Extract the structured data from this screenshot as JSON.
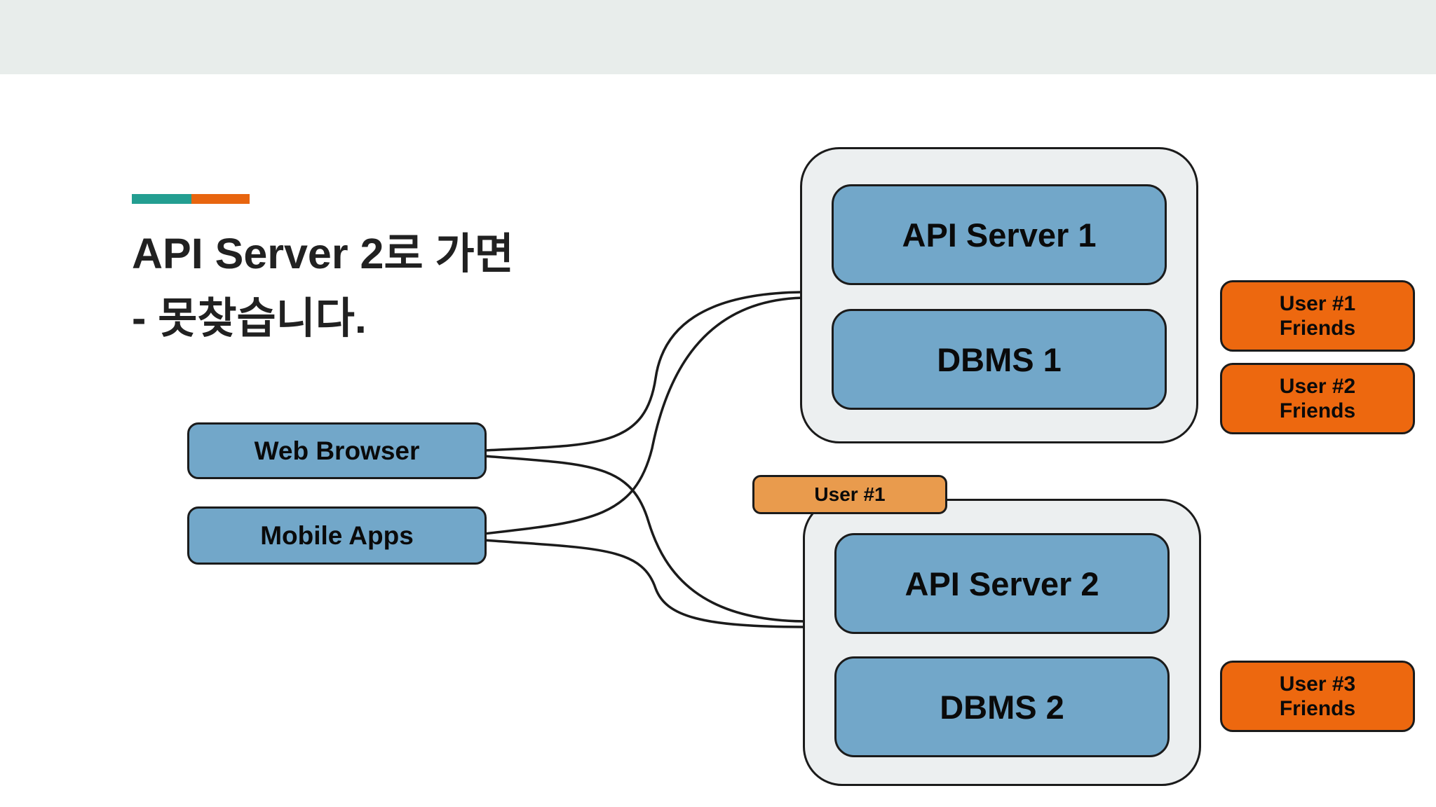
{
  "title": {
    "line1": "API Server 2로 가면",
    "line2": "- 못찾습니다."
  },
  "clients": {
    "web_browser": "Web Browser",
    "mobile_apps": "Mobile Apps"
  },
  "cluster1": {
    "api_server": "API Server 1",
    "dbms": "DBMS 1"
  },
  "cluster2": {
    "api_server": "API Server 2",
    "dbms": "DBMS 2"
  },
  "user_tag": {
    "label": "User #1"
  },
  "friends": [
    {
      "user": "User #1",
      "label": "Friends"
    },
    {
      "user": "User #2",
      "label": "Friends"
    },
    {
      "user": "User #3",
      "label": "Friends"
    }
  ],
  "colors": {
    "topbar_gray": "#E8EDEB",
    "accent_teal": "#239E91",
    "accent_orange": "#E8650F",
    "box_blue": "#72A7C9",
    "container_gray": "#ECEFF0",
    "friends_orange": "#ED680F",
    "user_tag_orange": "#E99B4D",
    "border_dark": "#1B1B1B",
    "title_text": "#212121"
  }
}
